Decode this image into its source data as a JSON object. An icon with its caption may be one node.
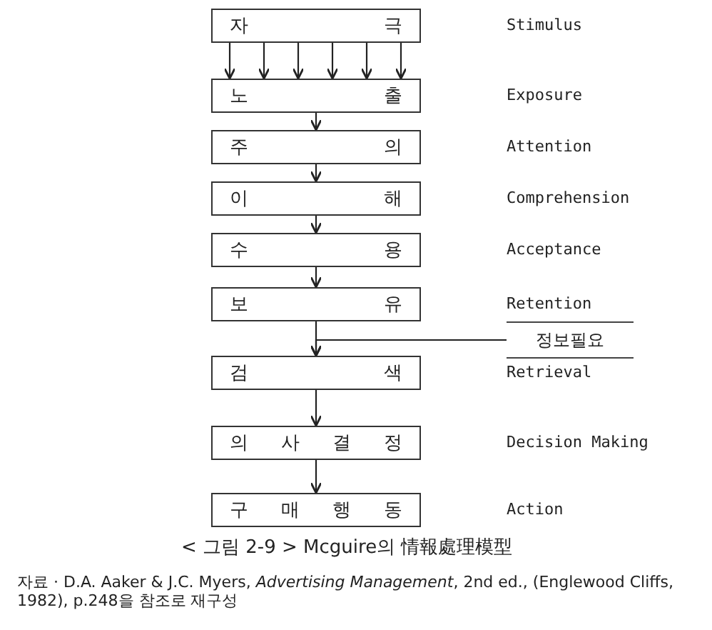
{
  "diagram": {
    "caption": "< 그림 2-9 >  Mcguire의 情報處理模型",
    "nodes": [
      {
        "text": [
          "자 극"
        ]
      },
      {
        "text": [
          "노 출"
        ]
      },
      {
        "text": [
          "주 의"
        ]
      },
      {
        "text": [
          "이 해"
        ]
      },
      {
        "text": [
          "수 용"
        ]
      },
      {
        "text": [
          "보 유"
        ]
      },
      {
        "text": [
          "검 색"
        ]
      },
      {
        "text": [
          "의 사 결 정"
        ]
      },
      {
        "text": [
          "구 매 행 동"
        ]
      },
      {
        "text": [
          "정보필요"
        ]
      }
    ],
    "edges": [
      {
        "from": 0,
        "to": 1,
        "arrow": "to"
      },
      {
        "from": 0,
        "to": 1,
        "arrow": "to"
      },
      {
        "from": 0,
        "to": 1,
        "arrow": "to"
      },
      {
        "from": 0,
        "to": 1,
        "arrow": "to"
      },
      {
        "from": 0,
        "to": 1,
        "arrow": "to"
      },
      {
        "from": 0,
        "to": 1,
        "arrow": "to"
      },
      {
        "from": 1,
        "to": 2,
        "arrow": "to"
      },
      {
        "from": 2,
        "to": 3,
        "arrow": "to"
      },
      {
        "from": 3,
        "to": 4,
        "arrow": "to"
      },
      {
        "from": 4,
        "to": 5,
        "arrow": "to"
      },
      {
        "from": 5,
        "to": 6,
        "arrow": "to"
      },
      {
        "from": 9,
        "to": 6,
        "arrow": "to"
      },
      {
        "from": 6,
        "to": 7,
        "arrow": "to"
      },
      {
        "from": 7,
        "to": 8,
        "arrow": "to"
      }
    ],
    "labels": [
      "Stimulus",
      "Exposure",
      "Attention",
      "Comprehension",
      "Acceptance",
      "Retention",
      "Retrieval",
      "Decision Making",
      "Action",
      "자료 · D.A. Aaker & J.C. Myers, *Advertising Management*, 2nd ed., (Englewood Cliffs, 1982), p.248을 참조로 재구성"
    ]
  }
}
